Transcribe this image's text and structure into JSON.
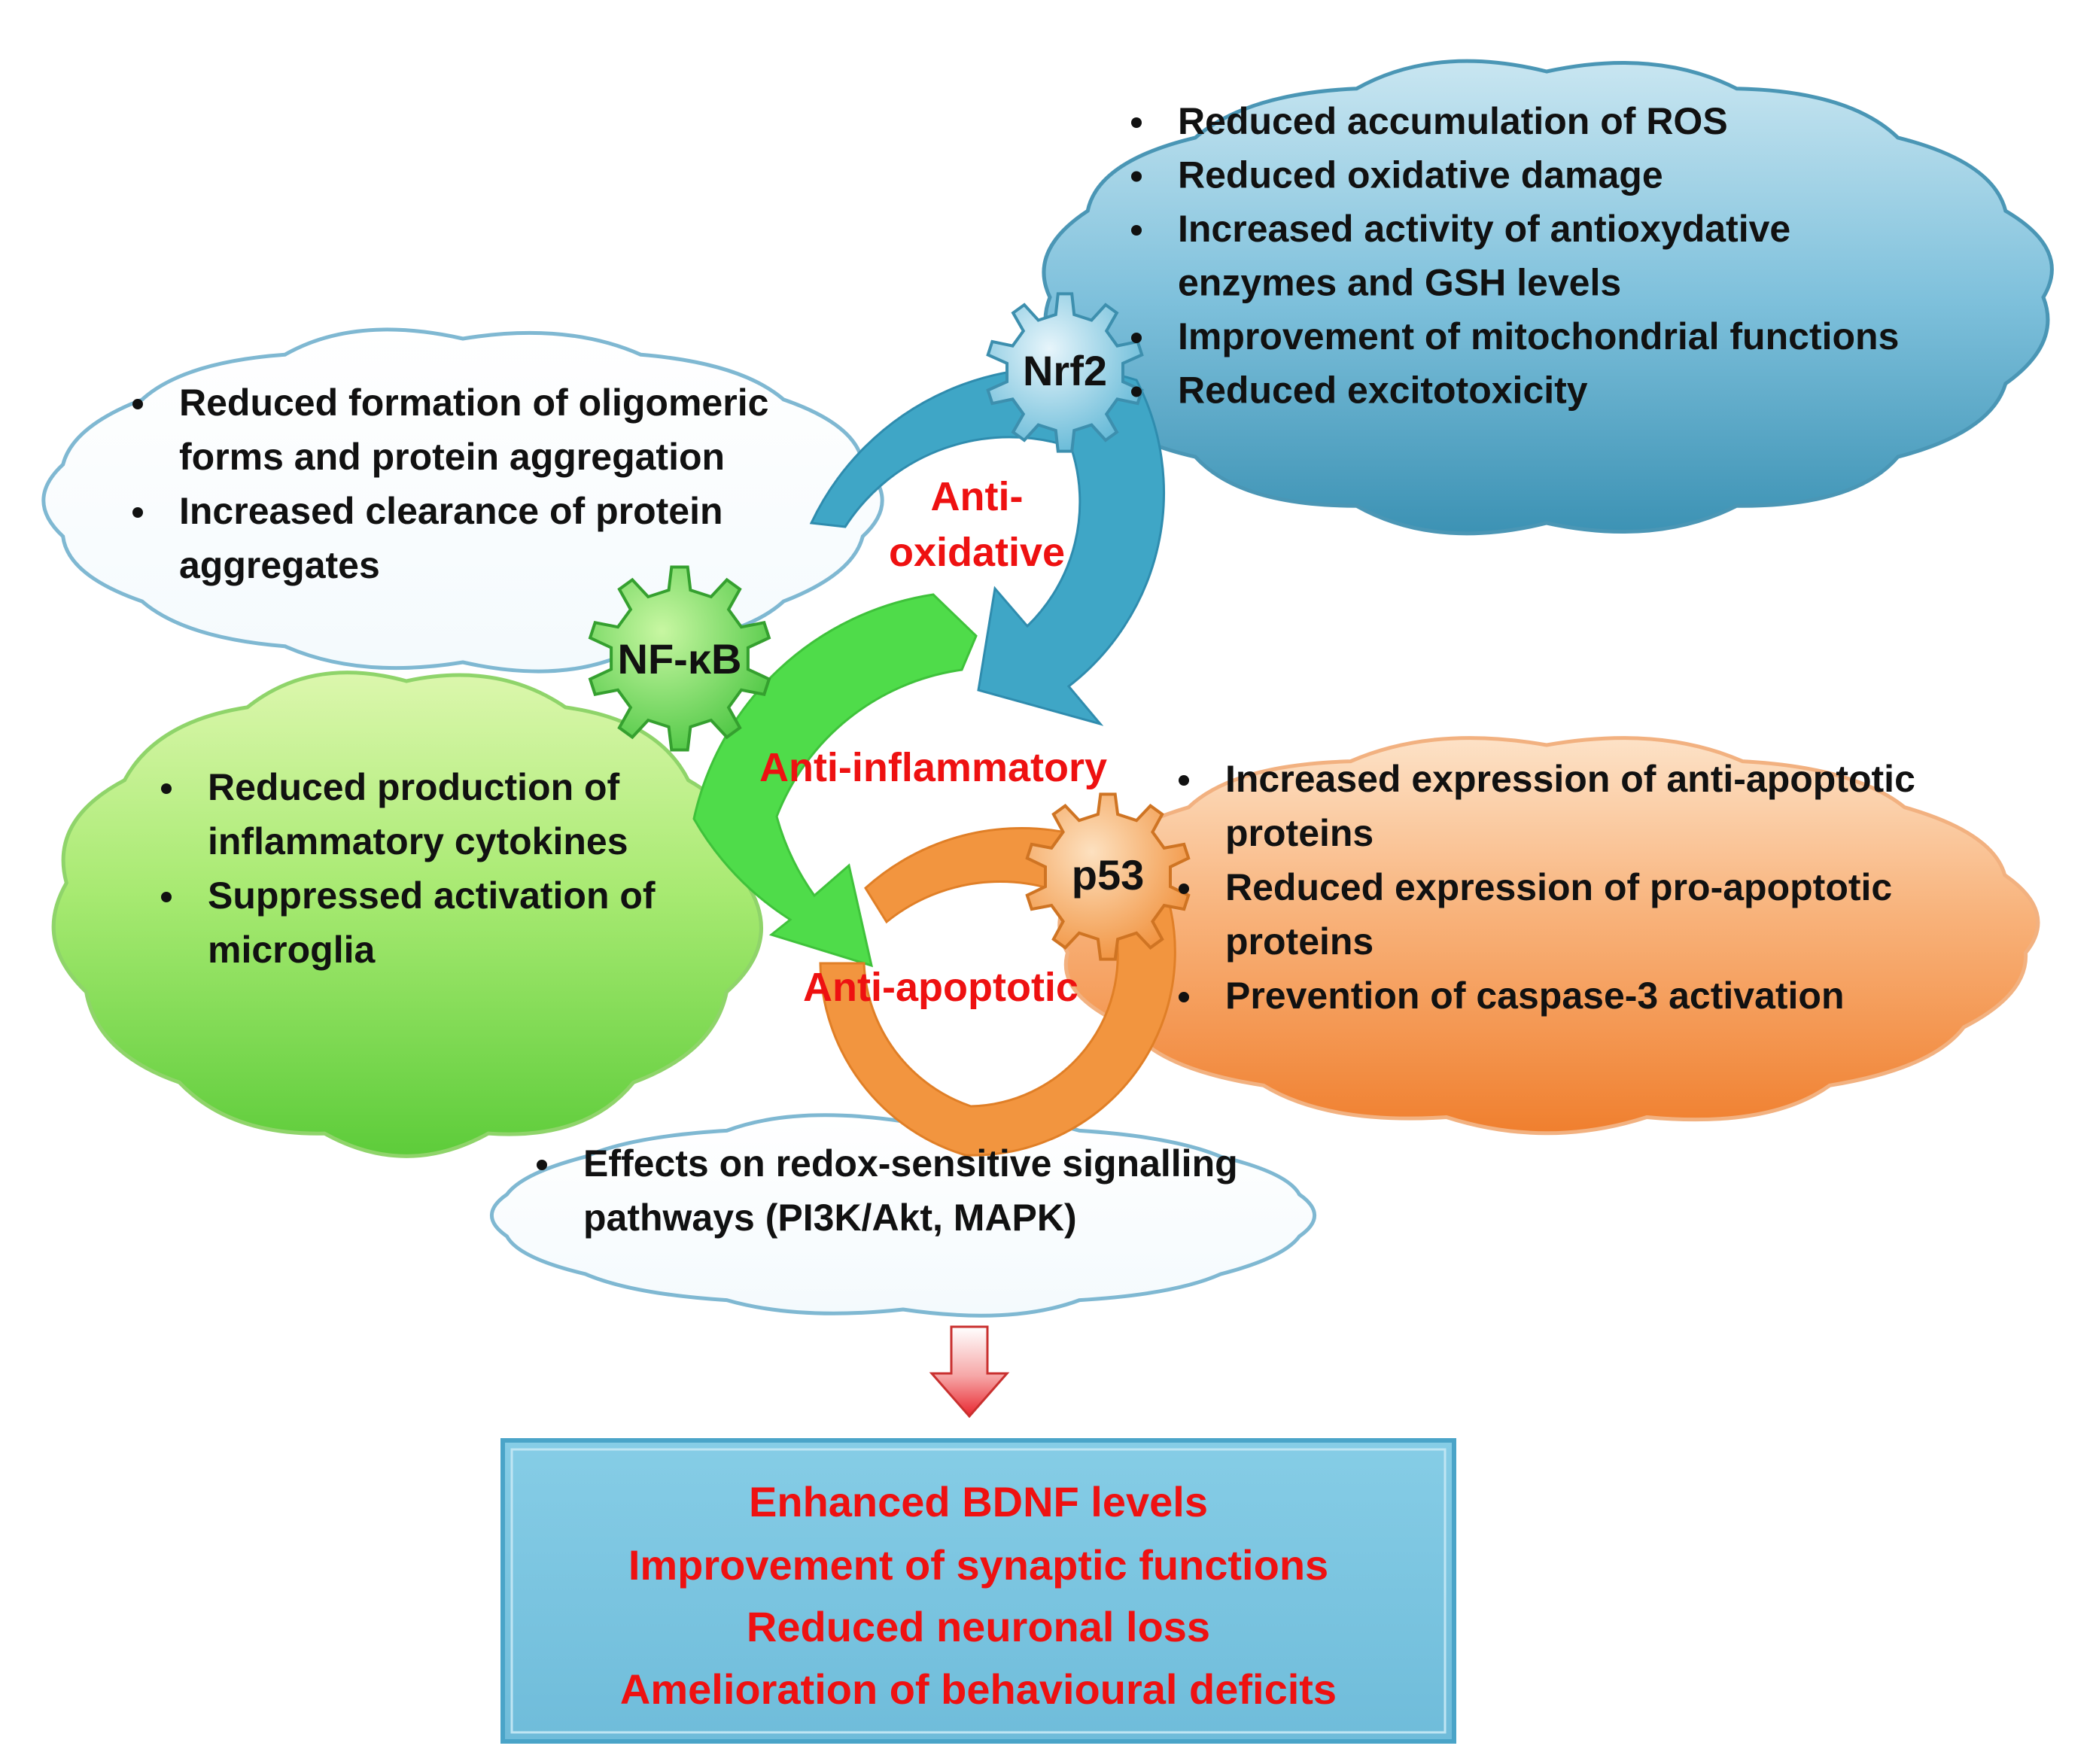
{
  "clouds": {
    "oxidative": {
      "items": [
        "Reduced accumulation of ROS",
        "Reduced oxidative damage",
        "Increased activity of antioxydative",
        "enzymes and GSH levels",
        "Improvement of mitochondrial functions",
        "Reduced excitotoxicity"
      ],
      "bullets": [
        true,
        true,
        true,
        false,
        true,
        true
      ]
    },
    "protein": {
      "items": [
        "Reduced formation of oligomeric",
        "forms and protein aggregation",
        "Increased clearance of protein",
        "aggregates"
      ],
      "bullets": [
        true,
        false,
        true,
        false
      ]
    },
    "inflammatory": {
      "items": [
        "Reduced production of",
        "inflammatory cytokines",
        "Suppressed activation of",
        "microglia"
      ],
      "bullets": [
        true,
        false,
        true,
        false
      ]
    },
    "apoptotic": {
      "items": [
        "Increased expression of anti-apoptotic",
        "proteins",
        "Reduced expression of pro-apoptotic",
        "proteins",
        "Prevention of caspase-3 activation"
      ],
      "bullets": [
        true,
        false,
        true,
        false,
        true
      ]
    },
    "signalling": {
      "items": [
        "Effects on redox-sensitive signalling",
        "pathways (PI3K/Akt, MAPK)"
      ],
      "bullets": [
        true,
        false
      ]
    }
  },
  "gears": {
    "nrf2": "Nrf2",
    "nfkb": "NF-κB",
    "p53": "p53"
  },
  "labels": {
    "anti_oxidative_1": "Anti-",
    "anti_oxidative_2": "oxidative",
    "anti_inflammatory": "Anti-inflammatory",
    "anti_apoptotic": "Anti-apoptotic"
  },
  "outcomes": [
    "Enhanced BDNF levels",
    "Improvement of synaptic functions",
    "Reduced neuronal loss",
    "Amelioration of behavioural deficits"
  ],
  "colors": {
    "blue": "#3fa6c6",
    "green": "#4fdc4a",
    "orange": "#f2953f",
    "label_red": "#ee1111",
    "outcome_box": "#7cc6e2"
  }
}
